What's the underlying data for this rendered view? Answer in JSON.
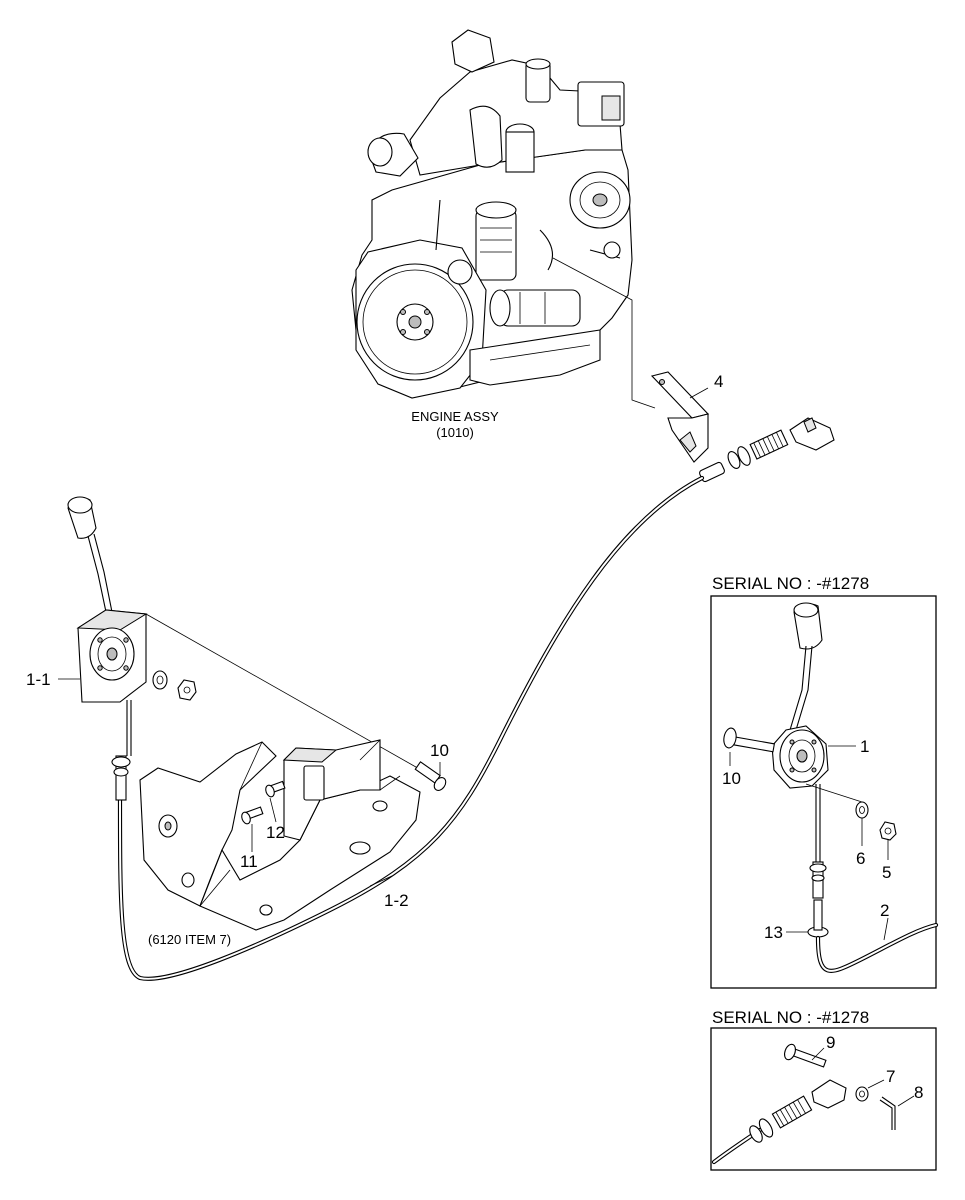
{
  "engine": {
    "name": "ENGINE ASSY",
    "code": "(1010)"
  },
  "bracket_note": "(6120 ITEM 7)",
  "main_callouts": {
    "c4": "4",
    "c1_1": "1-1",
    "c10": "10",
    "c12": "12",
    "c11": "11",
    "c1_2": "1-2"
  },
  "inset_top": {
    "title": "SERIAL NO : -#1278",
    "callouts": {
      "c1": "1",
      "c10": "10",
      "c6": "6",
      "c5": "5",
      "c2": "2",
      "c13": "13"
    }
  },
  "inset_bottom": {
    "title": "SERIAL NO : -#1278",
    "callouts": {
      "c9": "9",
      "c7": "7",
      "c8": "8"
    }
  }
}
